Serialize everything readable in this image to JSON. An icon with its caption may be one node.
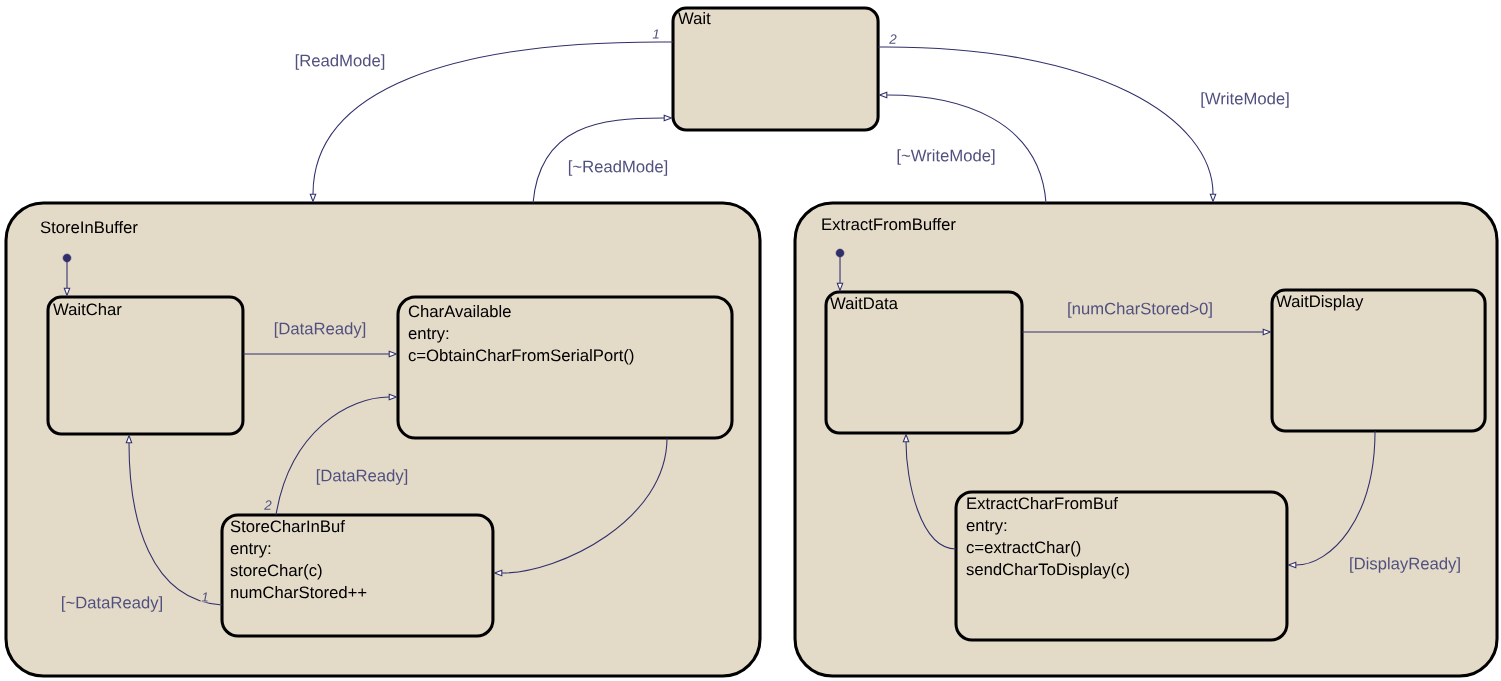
{
  "diagram": {
    "nodes": [
      {
        "text": [
          "Wait"
        ]
      },
      {
        "text": [
          "StoreInBuffer"
        ]
      },
      {
        "text": [
          "WaitChar"
        ],
        "in": 1
      },
      {
        "text": [
          "CharAvailable",
          "entry:",
          "c=ObtainCharFromSerialPort()"
        ],
        "in": 1
      },
      {
        "text": [
          "StoreCharInBuf",
          "entry:",
          "storeChar(c)",
          "numCharStored++"
        ],
        "in": 1
      },
      {
        "text": [
          "ExtractFromBuffer"
        ]
      },
      {
        "text": [
          "WaitData"
        ],
        "in": 5
      },
      {
        "text": [
          "WaitDisplay"
        ],
        "in": 5
      },
      {
        "text": [
          "ExtractCharFromBuf",
          "entry:",
          "c=extractChar()",
          "sendCharToDisplay(c)"
        ],
        "in": 5
      },
      {
        "text": [],
        "shape": "circle",
        "in": 1
      },
      {
        "text": [],
        "shape": "circle",
        "in": 5
      }
    ],
    "edges": [
      {
        "from": 0,
        "to": 1,
        "arrow": "to",
        "label": "[ReadMode]"
      },
      {
        "from": 1,
        "to": 0,
        "arrow": "to",
        "label": "[~ReadMode]"
      },
      {
        "from": 0,
        "to": 5,
        "arrow": "to",
        "label": "[WriteMode]"
      },
      {
        "from": 5,
        "to": 0,
        "arrow": "to",
        "label": "[~WriteMode]"
      },
      {
        "from": 9,
        "to": 2,
        "arrow": "to"
      },
      {
        "from": 2,
        "to": 3,
        "arrow": "to",
        "label": "[DataReady]"
      },
      {
        "from": 3,
        "to": 4,
        "arrow": "to"
      },
      {
        "from": 4,
        "to": 3,
        "arrow": "to",
        "label": "[DataReady]"
      },
      {
        "from": 4,
        "to": 2,
        "arrow": "to",
        "label": "[~DataReady]"
      },
      {
        "from": 10,
        "to": 6,
        "arrow": "to"
      },
      {
        "from": 6,
        "to": 7,
        "arrow": "to",
        "label": "[numCharStored>0]"
      },
      {
        "from": 7,
        "to": 8,
        "arrow": "to",
        "label": "[DisplayReady]"
      },
      {
        "from": 8,
        "to": 6,
        "arrow": "to"
      }
    ],
    "labels": [
      "1",
      "2",
      "2",
      "1"
    ]
  }
}
